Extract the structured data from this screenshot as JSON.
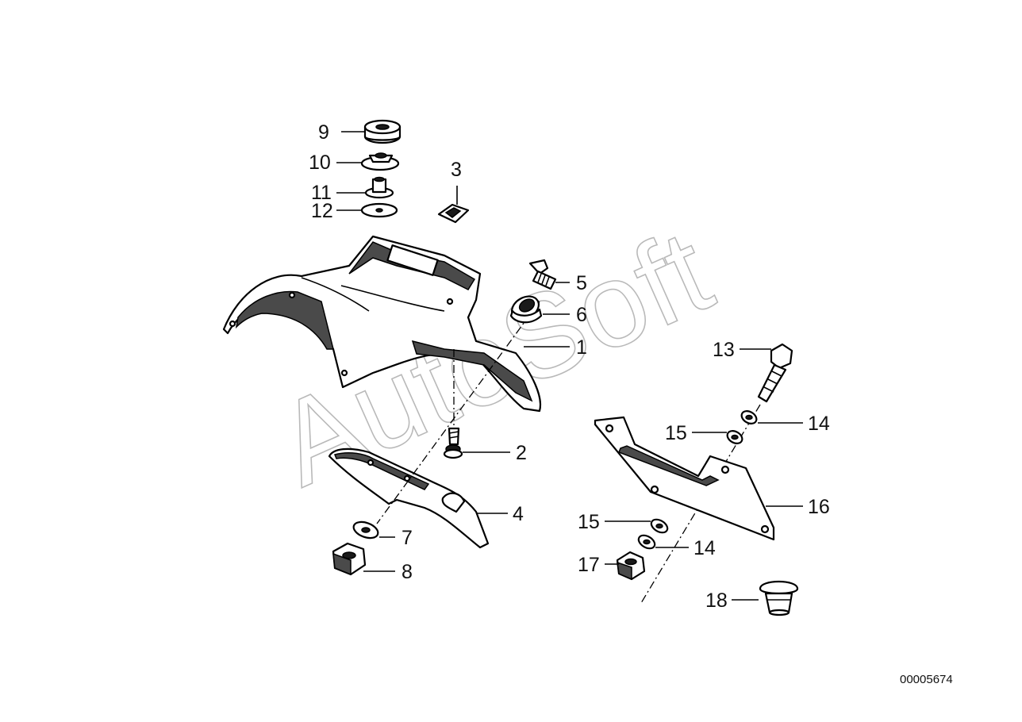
{
  "diagram": {
    "callouts": [
      "1",
      "2",
      "3",
      "4",
      "5",
      "6",
      "7",
      "8",
      "9",
      "10",
      "11",
      "12",
      "13",
      "14",
      "15",
      "16",
      "14",
      "15",
      "17",
      "18"
    ],
    "document_number": "00005674",
    "watermark": "AutoSoft"
  }
}
